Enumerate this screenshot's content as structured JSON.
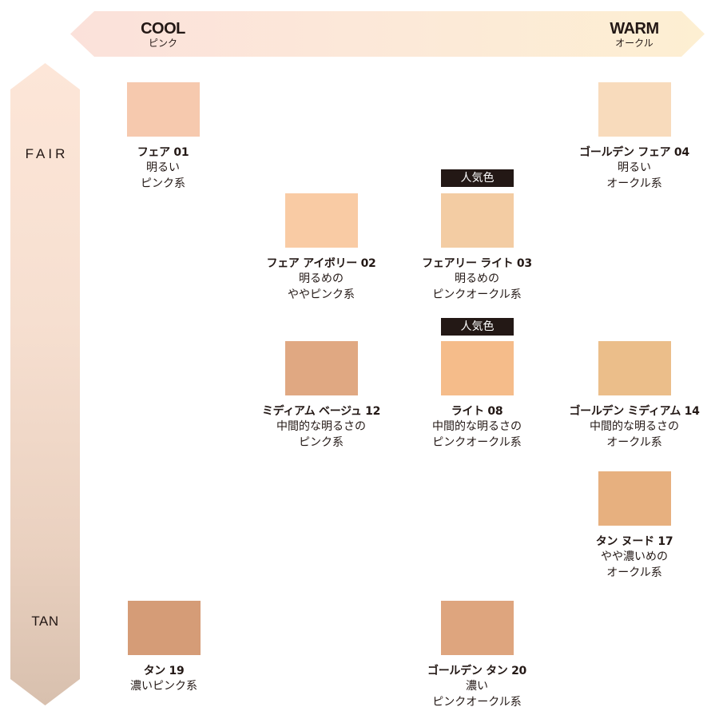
{
  "axes": {
    "horizontal": {
      "left": {
        "label": "COOL",
        "sub": "ピンク",
        "color": "#fbe1da"
      },
      "right": {
        "label": "WARM",
        "sub": "オークル",
        "color": "#fdefd2"
      }
    },
    "vertical": {
      "top": {
        "label": "FAIR",
        "color": "#fde6d8"
      },
      "bottom": {
        "label": "TAN",
        "color": "#d8c0ae"
      }
    }
  },
  "badge_label": "人気色",
  "shades": [
    {
      "id": "01",
      "name": "フェア 01",
      "desc1": "明るい",
      "desc2": "ピンク系",
      "color": "#f6c9ae",
      "popular": false
    },
    {
      "id": "04",
      "name": "ゴールデン フェア 04",
      "desc1": "明るい",
      "desc2": "オークル系",
      "color": "#f8dbbc",
      "popular": false
    },
    {
      "id": "02",
      "name": "フェア アイボリー 02",
      "desc1": "明るめの",
      "desc2": "ややピンク系",
      "color": "#f9cba4",
      "popular": false
    },
    {
      "id": "03",
      "name": "フェアリー ライト 03",
      "desc1": "明るめの",
      "desc2": "ピンクオークル系",
      "color": "#f3cca3",
      "popular": true
    },
    {
      "id": "12",
      "name": "ミディアム ベージュ 12",
      "desc1": "中間的な明るさの",
      "desc2": "ピンク系",
      "color": "#e0a882",
      "popular": false
    },
    {
      "id": "08",
      "name": "ライト 08",
      "desc1": "中間的な明るさの",
      "desc2": "ピンクオークル系",
      "color": "#f5bc8a",
      "popular": true
    },
    {
      "id": "14",
      "name": "ゴールデン ミディアム 14",
      "desc1": "中間的な明るさの",
      "desc2": "オークル系",
      "color": "#ebbe8a",
      "popular": false
    },
    {
      "id": "17",
      "name": "タン ヌード 17",
      "desc1": "やや濃いめの",
      "desc2": "オークル系",
      "color": "#e7b07f",
      "popular": false
    },
    {
      "id": "19",
      "name": "タン 19",
      "desc1": "濃いピンク系",
      "desc2": "",
      "color": "#d59c77",
      "popular": false
    },
    {
      "id": "20",
      "name": "ゴールデン タン 20",
      "desc1": "濃い",
      "desc2": "ピンクオークル系",
      "color": "#dea57e",
      "popular": false
    }
  ]
}
